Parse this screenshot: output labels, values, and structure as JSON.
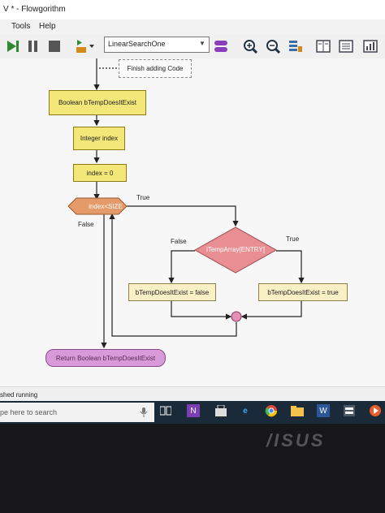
{
  "window": {
    "title": "V * - Flowgorithm"
  },
  "menu": [
    "Tools",
    "Help"
  ],
  "toolbar": {
    "function_select": "LinearSearchOne"
  },
  "flowchart": {
    "comment": "Finish adding Code",
    "declare_bool": "Boolean bTempDoesItExist",
    "declare_int": "Integer index",
    "assign_index": "index = 0",
    "while_condition": "index<SIZE",
    "while_true": "True",
    "while_false": "False",
    "if_condition": "iTempArray[ENTRY]",
    "if_false": "False",
    "if_true": "True",
    "assign_false": "bTempDoesItExist = false",
    "assign_true": "bTempDoesItExist = true",
    "return": "Return Boolean bTempDoesItExist"
  },
  "status": {
    "text": "shed running"
  },
  "taskbar": {
    "search_placeholder": "pe here to search"
  },
  "hardware": {
    "brand": "/ISUS"
  },
  "colors": {
    "while_fill": "#e59a6a",
    "if_fill": "#e98f93",
    "return_fill": "#d89ad8",
    "declare_fill": "#f4e77a",
    "output_fill": "#faf0c6",
    "junction": "#e48fb5",
    "taskbar": "#1b2a38"
  }
}
